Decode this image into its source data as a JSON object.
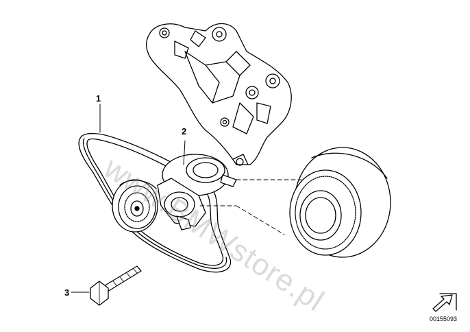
{
  "diagram": {
    "callouts": [
      {
        "id": "1",
        "label": "1"
      },
      {
        "id": "2",
        "label": "2"
      },
      {
        "id": "3",
        "label": "3"
      }
    ],
    "watermark": "www.BMWstore.pl",
    "reference_number": "00155093",
    "icon": "diagram-reference-arrow-icon",
    "colors": {
      "stroke": "#000000",
      "background": "#ffffff",
      "watermark": "#969696"
    }
  }
}
